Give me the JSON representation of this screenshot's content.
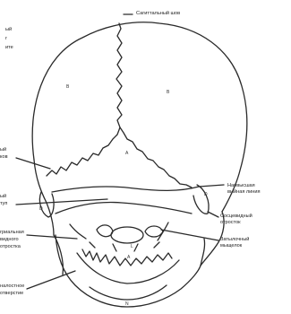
{
  "labels": {
    "sagittal_suture": "Сагиттальный шов",
    "highest_nuchal_line_1": "Наивысшая",
    "highest_nuchal_line_2": "выйная линия",
    "mastoid_process_1": "Сосцевидный",
    "mastoid_process_2": "отросток",
    "occipital_condyle_1": "Затылочный",
    "occipital_condyle_2": "мыщелок",
    "left_cut_1": "ый",
    "left_cut_2": "г",
    "left_cut_3": "ите",
    "left_cut_4": "ый",
    "left_cut_5": "ков",
    "left_cut_6": "ый",
    "left_cut_7": "туп",
    "left_cut_8": "гриальная",
    "left_cut_9": "видного",
    "left_cut_10": "отростка",
    "left_cut_11": "налостное",
    "left_cut_12": "отверстие"
  },
  "marks": {
    "b_left": "B",
    "b_right": "B",
    "a": "A",
    "d_left": "D",
    "d_right": "D",
    "l": "L",
    "a_lower": "A",
    "n": "N"
  },
  "colors": {
    "line": "#2a2a2a",
    "text": "#222222"
  }
}
